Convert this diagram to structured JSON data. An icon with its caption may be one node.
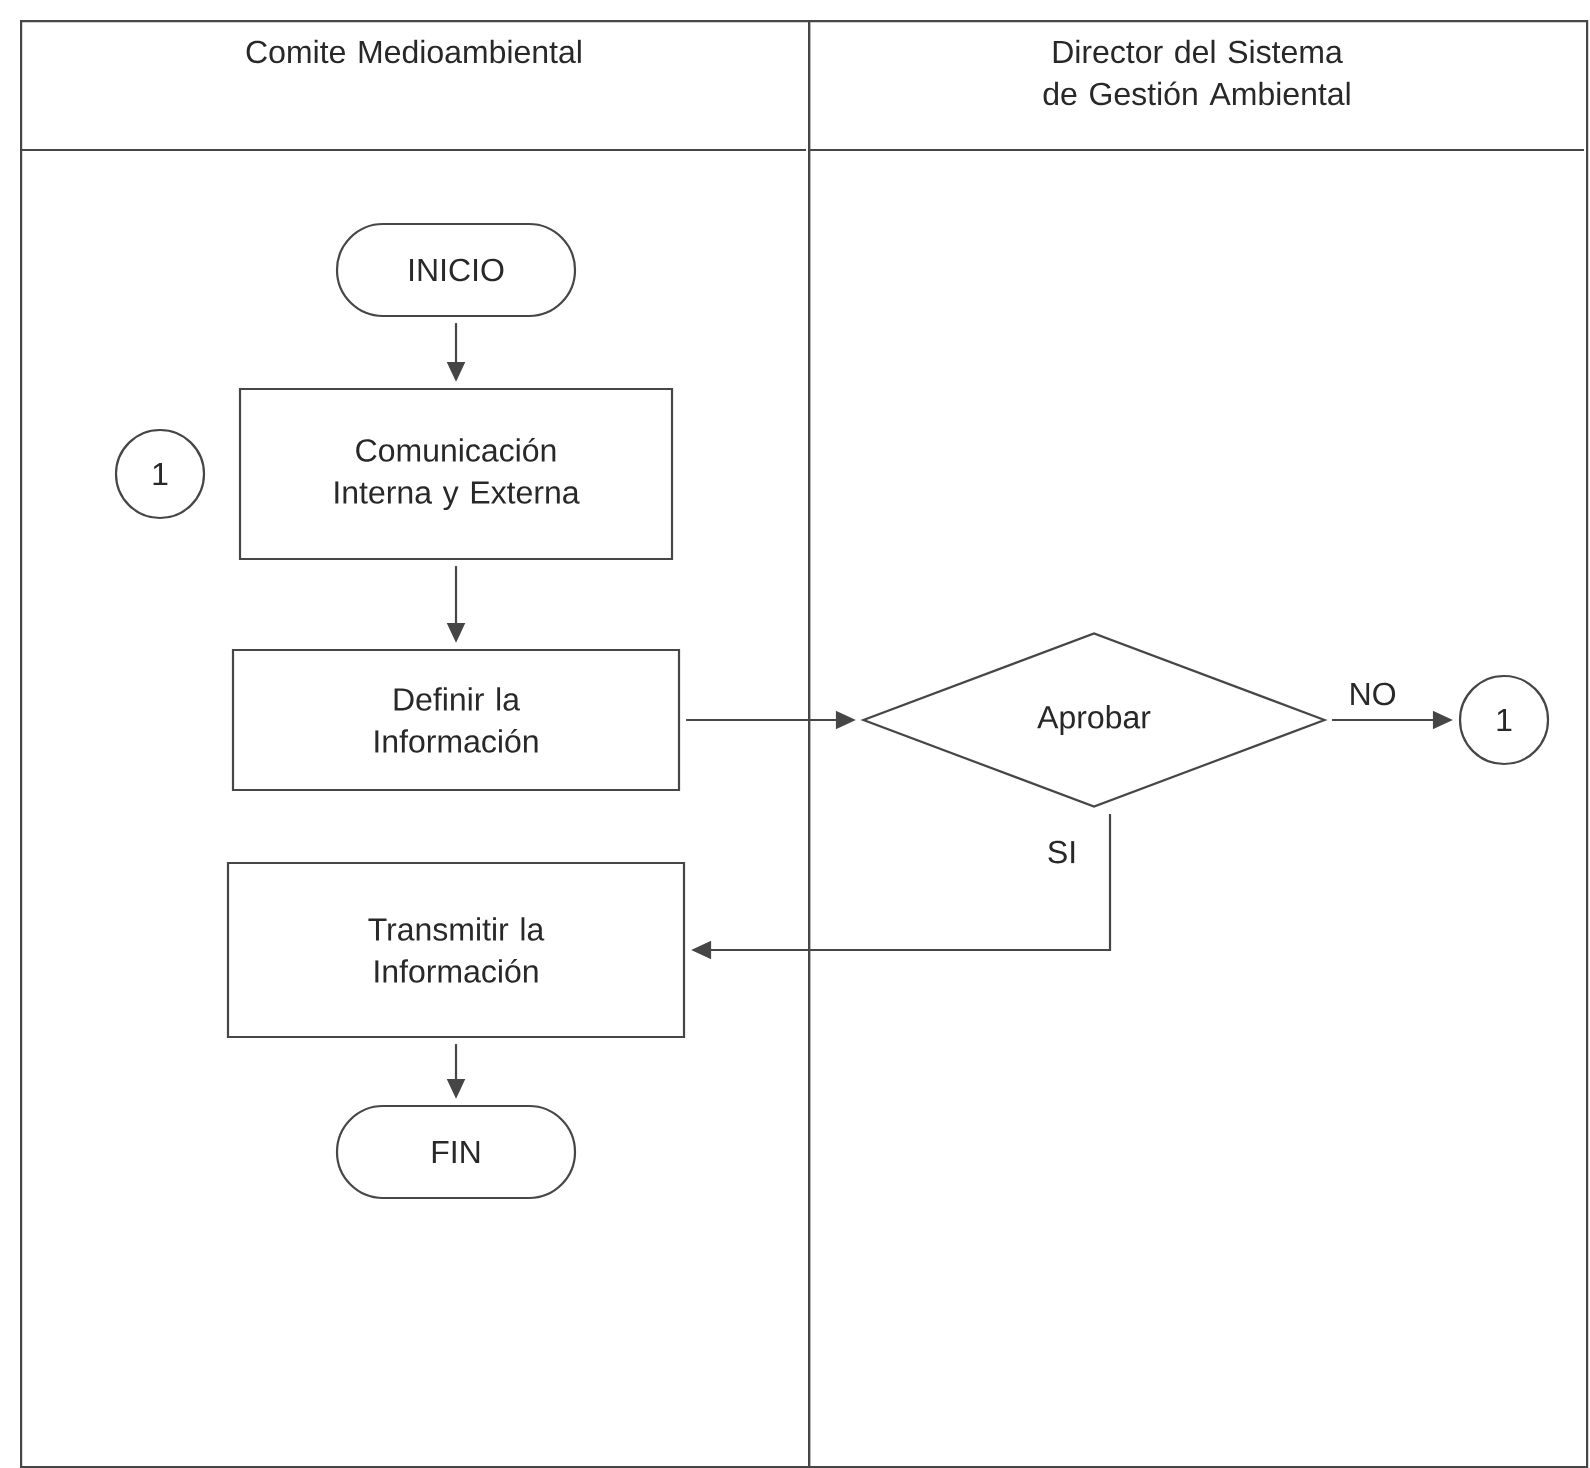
{
  "diagram": {
    "nodes": [
      {
        "text": [
          "Comite Medioambiental"
        ]
      },
      {
        "text": [
          "INICIO"
        ],
        "in": 0
      },
      {
        "text": [
          "1"
        ],
        "in": 0
      },
      {
        "text": [
          "Comunicación Interna y Externa"
        ],
        "in": 0
      },
      {
        "text": [
          "Definir la Información"
        ],
        "in": 0
      },
      {
        "text": [
          "Transmitir la Información"
        ],
        "in": 0
      },
      {
        "text": [
          "FIN"
        ],
        "in": 0
      },
      {
        "text": [
          "Director del Sistema de Gestión Ambiental"
        ]
      },
      {
        "text": [
          "Aprobar"
        ],
        "in": 7
      },
      {
        "text": [
          "1"
        ],
        "in": 7
      }
    ],
    "edges": [
      {
        "from": 1,
        "to": 3,
        "arrow": "to"
      },
      {
        "from": 3,
        "to": 4,
        "arrow": "to"
      },
      {
        "from": 4,
        "to": 8,
        "arrow": "to"
      },
      {
        "from": 8,
        "to": 9,
        "arrow": "to",
        "label": "NO"
      },
      {
        "from": 8,
        "to": 5,
        "arrow": "to",
        "label": "SI"
      },
      {
        "from": 5,
        "to": 6,
        "arrow": "to"
      }
    ]
  }
}
